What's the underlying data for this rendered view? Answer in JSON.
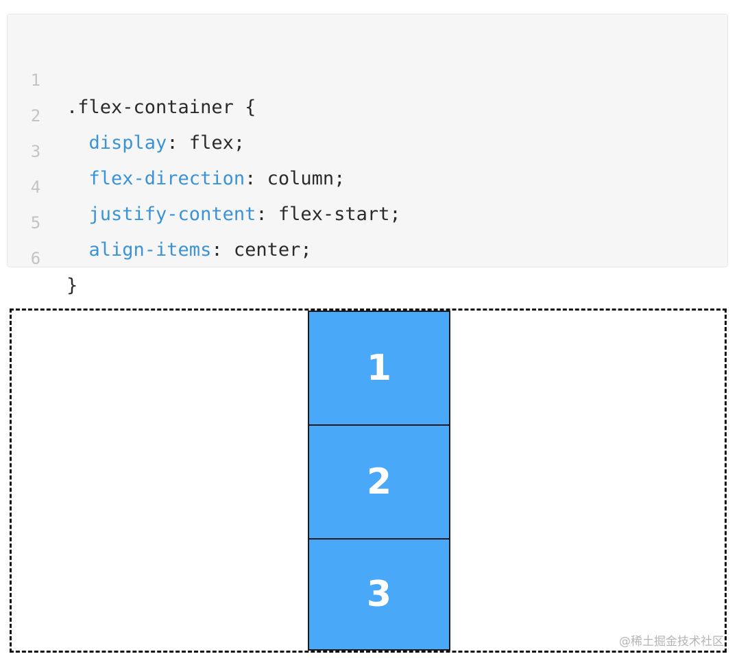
{
  "code": {
    "lines": [
      {
        "num": "1",
        "parts": [
          {
            "text": ".flex-container {",
            "kind": "plain"
          }
        ]
      },
      {
        "num": "2",
        "parts": [
          {
            "text": "  display",
            "kind": "prop"
          },
          {
            "text": ": flex;",
            "kind": "plain"
          }
        ]
      },
      {
        "num": "3",
        "parts": [
          {
            "text": "  flex-direction",
            "kind": "prop"
          },
          {
            "text": ": column;",
            "kind": "plain"
          }
        ]
      },
      {
        "num": "4",
        "parts": [
          {
            "text": "  justify-content",
            "kind": "prop"
          },
          {
            "text": ": flex-start;",
            "kind": "plain"
          }
        ]
      },
      {
        "num": "5",
        "parts": [
          {
            "text": "  align-items",
            "kind": "prop"
          },
          {
            "text": ": center;",
            "kind": "plain"
          }
        ]
      },
      {
        "num": "6",
        "parts": [
          {
            "text": "}",
            "kind": "plain"
          }
        ]
      }
    ],
    "colors": {
      "property": "#3a93d6",
      "plain": "#2a2a2a",
      "line_number": "#c3c3c3",
      "background": "#f6f6f6"
    }
  },
  "demo": {
    "items": [
      "1",
      "2",
      "3"
    ],
    "item_color": "#4aa8f8"
  },
  "watermark": "@稀土掘金技术社区"
}
